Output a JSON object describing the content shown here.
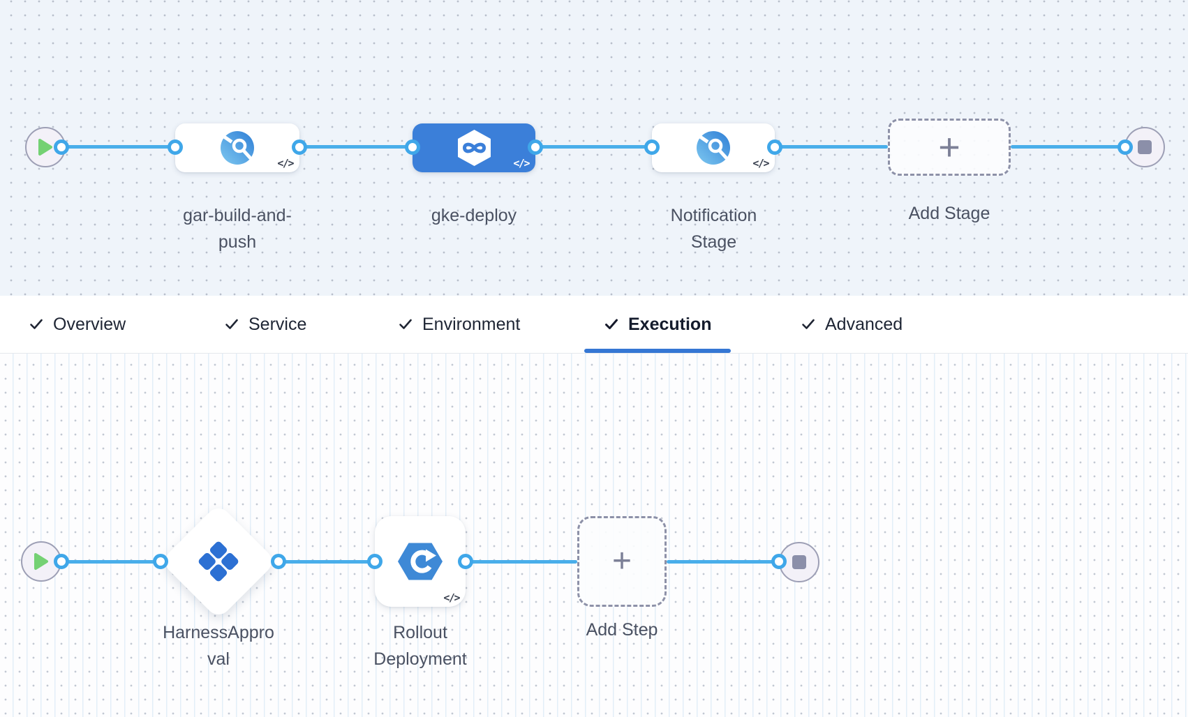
{
  "canvas_top": {
    "stages": [
      {
        "label": "gar-build-and-push",
        "icon": "deploy-stage-icon",
        "selected": false
      },
      {
        "label": "gke-deploy",
        "icon": "infinity-hexagon-icon",
        "selected": true
      },
      {
        "label": "Notification Stage",
        "icon": "deploy-stage-icon",
        "selected": false
      }
    ],
    "add_stage_label": "Add Stage"
  },
  "tabs": [
    {
      "label": "Overview",
      "checked": true,
      "active": false
    },
    {
      "label": "Service",
      "checked": true,
      "active": false
    },
    {
      "label": "Environment",
      "checked": true,
      "active": false
    },
    {
      "label": "Execution",
      "checked": true,
      "active": true
    },
    {
      "label": "Advanced",
      "checked": true,
      "active": false
    }
  ],
  "canvas_bottom": {
    "steps": [
      {
        "label": "HarnessApproval",
        "icon": "approval-diamond-icon",
        "shape": "diamond"
      },
      {
        "label": "Rollout Deployment",
        "icon": "gke-rollout-icon",
        "shape": "card"
      }
    ],
    "add_step_label": "Add Step"
  },
  "icons": {
    "play": "▶",
    "stop": "■",
    "plus": "+",
    "code": "</>",
    "check": "✓",
    "infinity": "∞"
  },
  "colors": {
    "selected_stage_bg": "#3B7FD9",
    "wire_blue": "#49AEEA",
    "port_ring_blue": "#3FA7E9",
    "tab_underline": "#3577D4",
    "play_green": "#74D173",
    "node_gray": "#8B8FA9"
  }
}
